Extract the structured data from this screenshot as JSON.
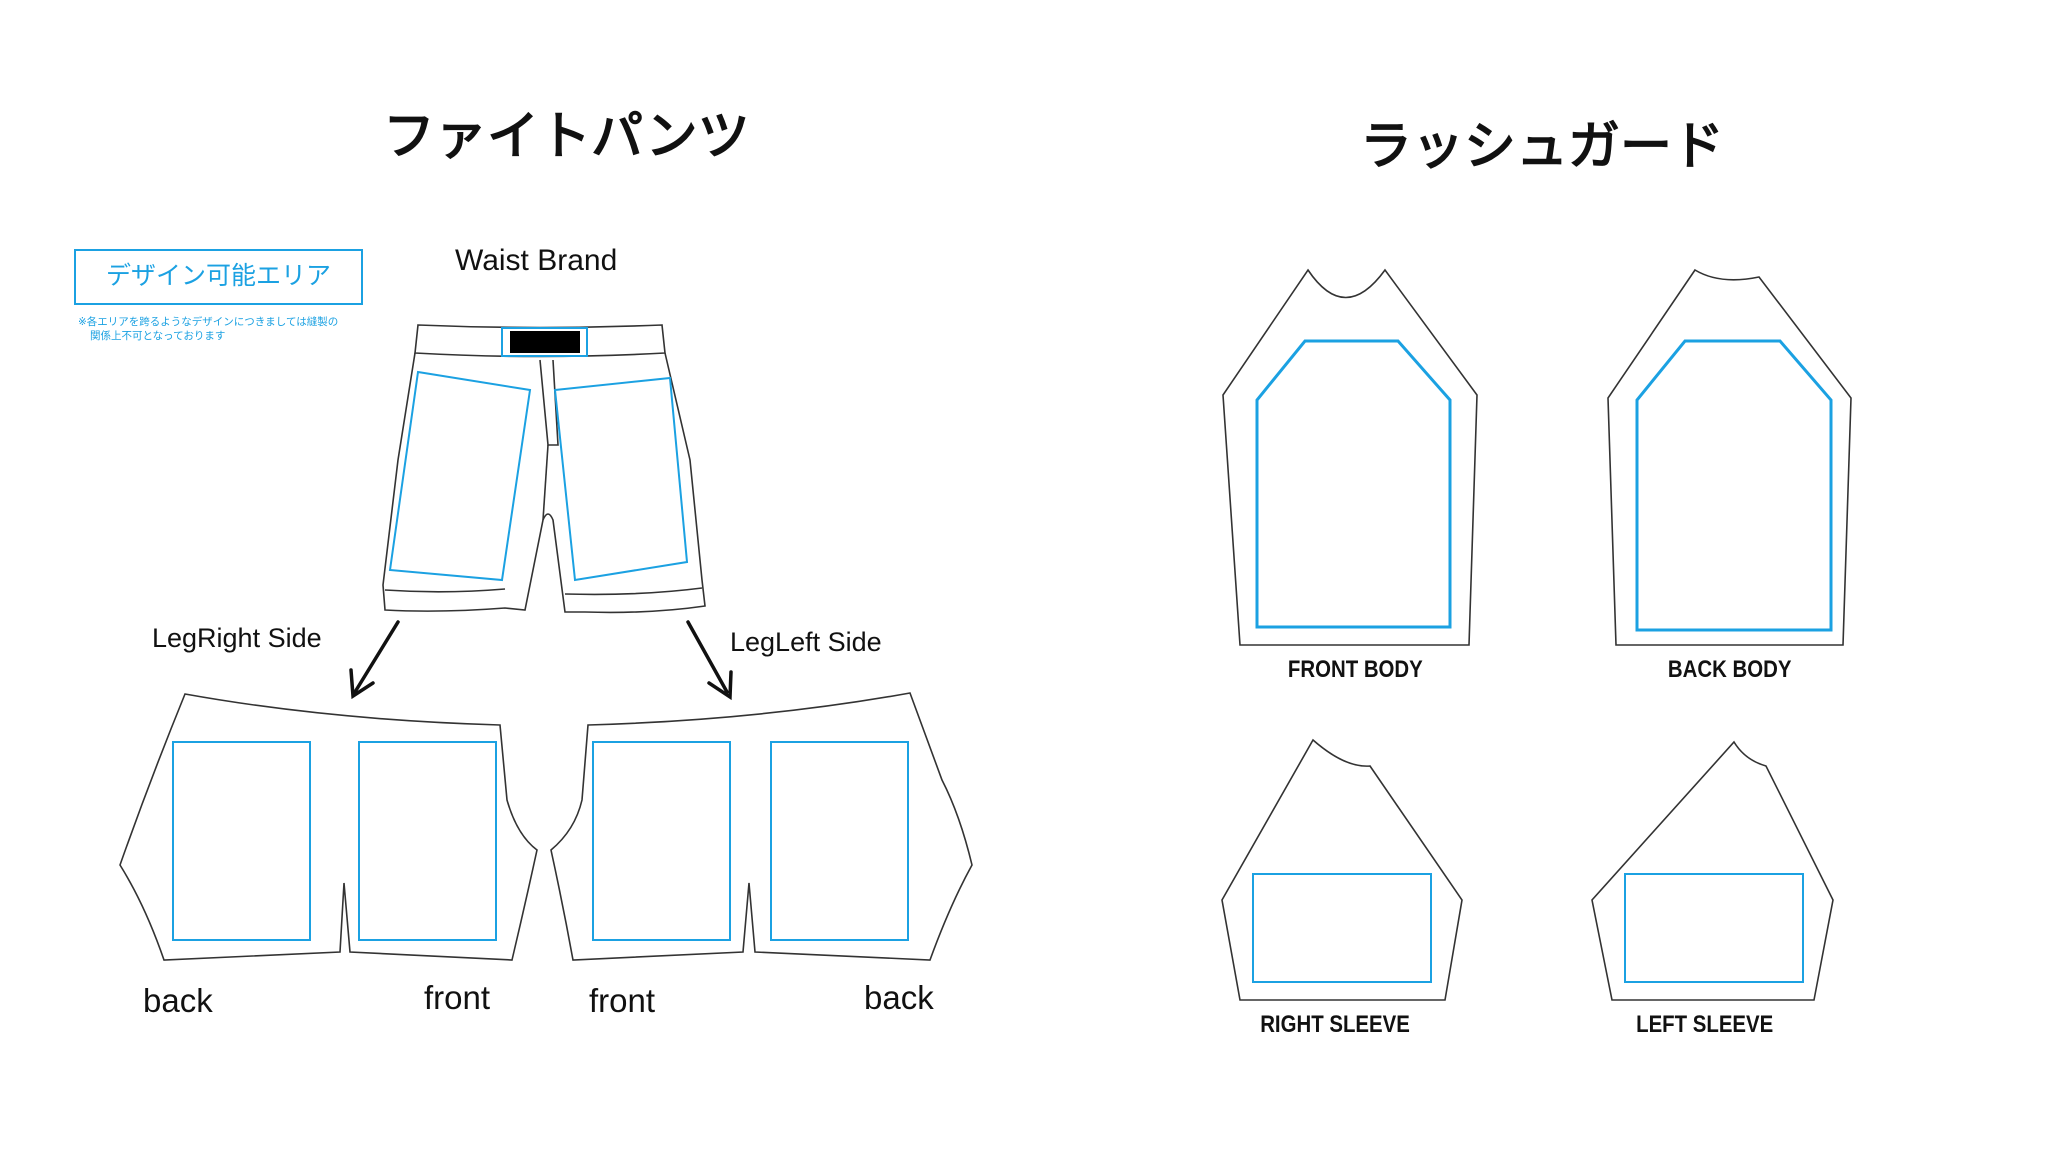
{
  "fight_pants": {
    "title": "ファイトパンツ",
    "design_area_legend": "デザイン可能エリア",
    "note_line1": "※各エリアを跨るようなデザインにつきましては縫製の",
    "note_line2": "関係上不可となっております",
    "waist_brand_label": "Waist Brand",
    "leg_right_label": "LegRight Side",
    "leg_left_label": "LegLeft Side",
    "leg_right_back": "back",
    "leg_right_front": "front",
    "leg_left_front": "front",
    "leg_left_back": "back"
  },
  "rash_guard": {
    "title": "ラッシュガード",
    "front_body": "FRONT BODY",
    "back_body": "BACK BODY",
    "right_sleeve": "RIGHT SLEEVE",
    "left_sleeve": "LEFT SLEEVE"
  },
  "colors": {
    "design_area": "#1ba1e2",
    "outline": "#333333",
    "waist_brand_fill": "#000000"
  }
}
